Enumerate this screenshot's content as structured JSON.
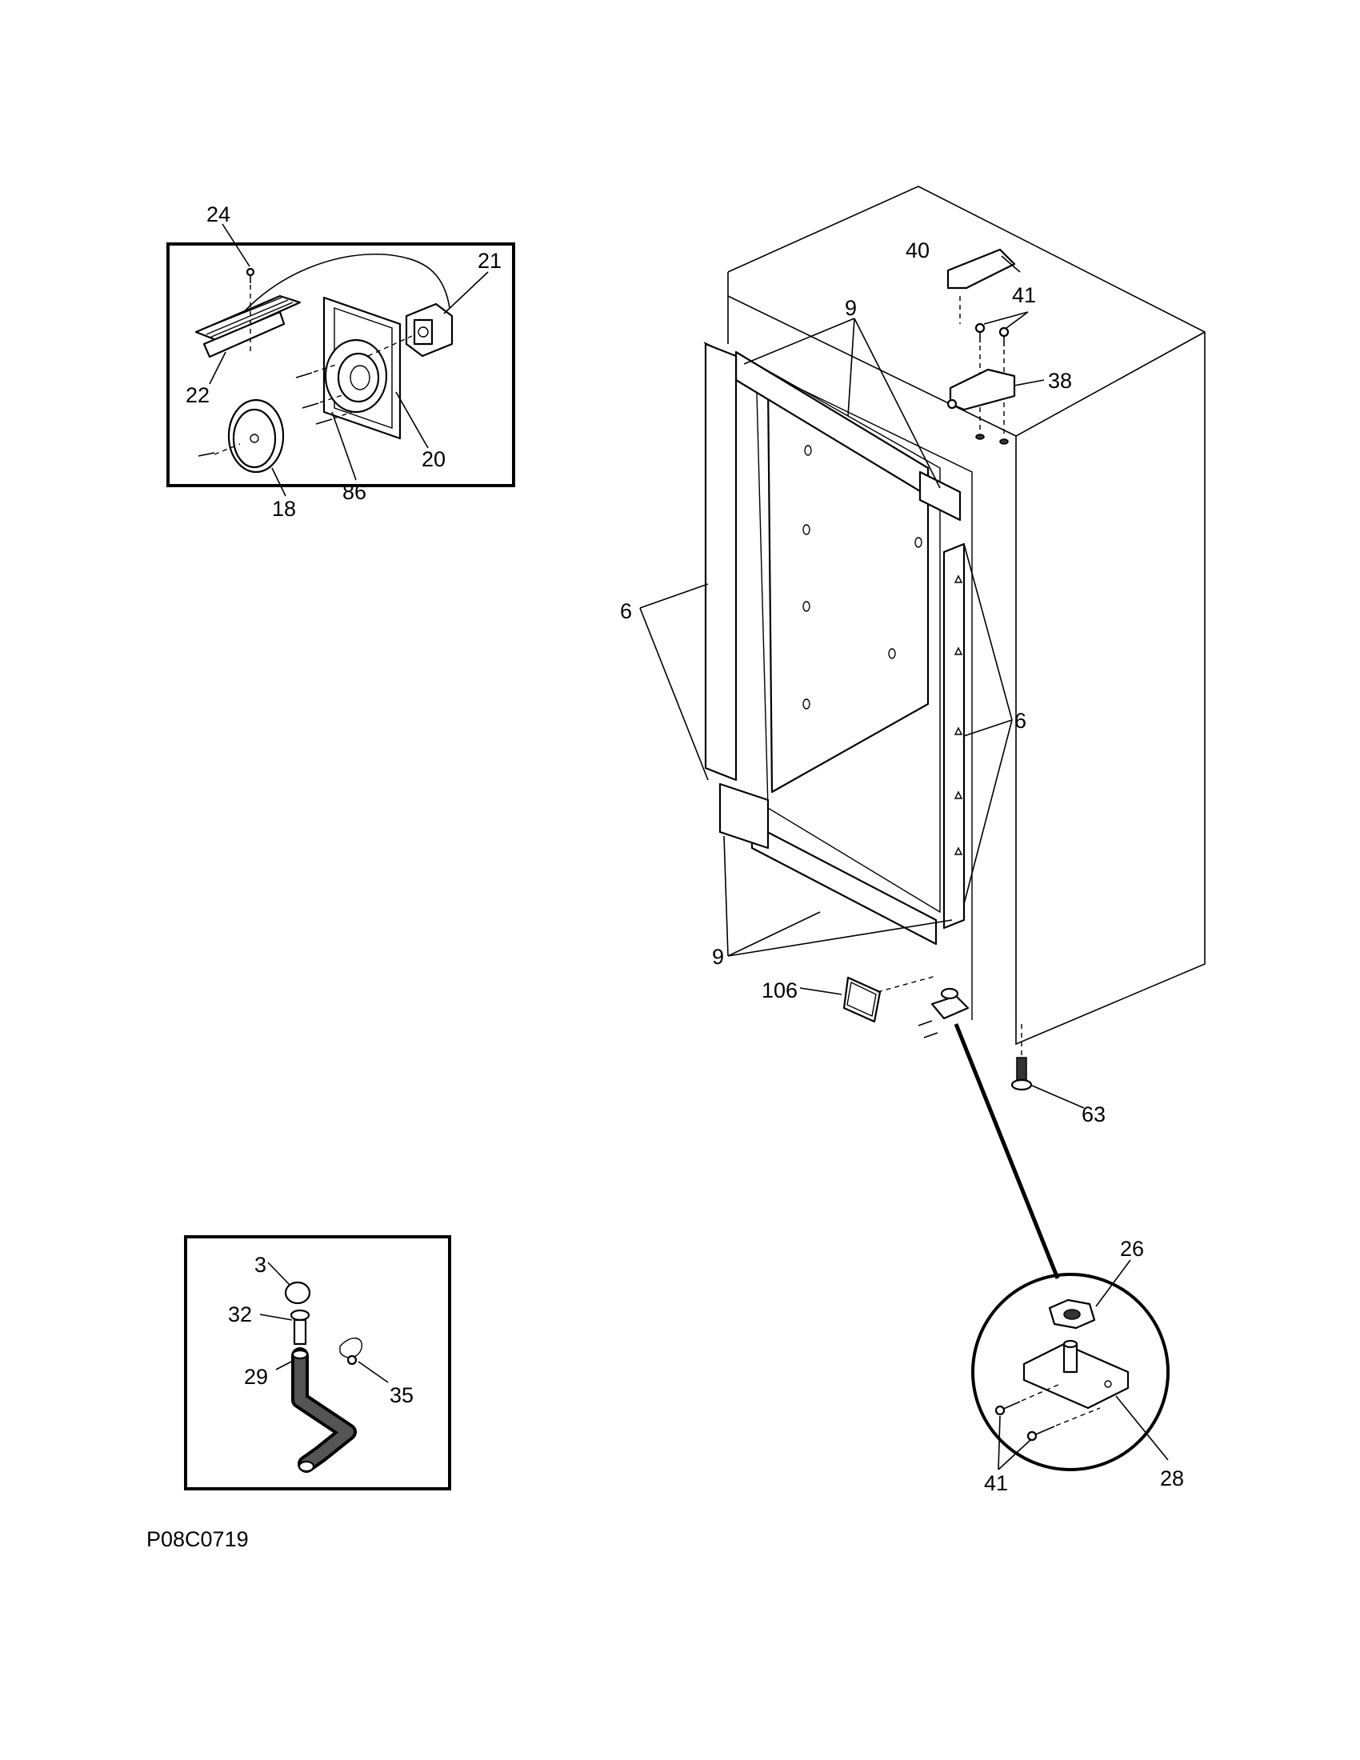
{
  "labels": {
    "l24": "24",
    "l21": "21",
    "l22": "22",
    "l20": "20",
    "l18": "18",
    "l86": "86",
    "l40": "40",
    "l41_top": "41",
    "l38": "38",
    "l9_top": "9",
    "l6_left": "6",
    "l6_right": "6",
    "l9_bottom": "9",
    "l106": "106",
    "l63": "63",
    "l26": "26",
    "l41_bottom": "41",
    "l28": "28",
    "l3": "3",
    "l32": "32",
    "l29": "29",
    "l35": "35"
  },
  "diagram_code": "P08C0719"
}
